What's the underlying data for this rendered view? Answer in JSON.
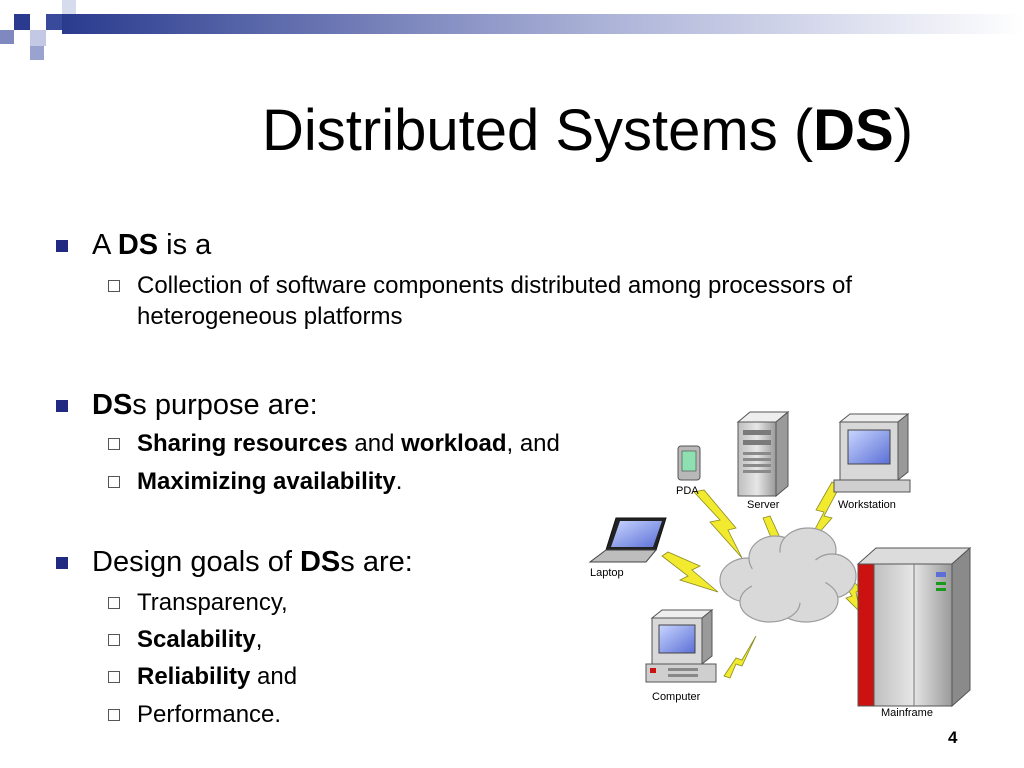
{
  "slide": {
    "title_main": "Distributed Systems (",
    "title_bold": "DS",
    "title_close": ")",
    "page_number": "4"
  },
  "bullets": {
    "b1": {
      "pre": "A ",
      "bold": "DS",
      "post": " is a"
    },
    "b1_sub1_line1": "Collection of software components distributed among processors of",
    "b1_sub1_line2": "heterogeneous platforms",
    "b2": {
      "bold": "DS",
      "post": "s purpose are:"
    },
    "b2_sub1": {
      "bold1": "Sharing resources",
      "mid": " and ",
      "bold2": "workload",
      "post": ", and"
    },
    "b2_sub2": {
      "bold": "Maximizing availability",
      "post": "."
    },
    "b3": {
      "pre": "Design goals of ",
      "bold": "DS",
      "post": "s are:"
    },
    "b3_sub1": "Transparency,",
    "b3_sub2": {
      "bold": "Scalability",
      "post": ","
    },
    "b3_sub3": {
      "bold": "Reliability",
      "post": " and"
    },
    "b3_sub4": "Performance."
  },
  "diagram": {
    "pda": "PDA",
    "server": "Server",
    "workstation": "Workstation",
    "laptop": "Laptop",
    "computer": "Computer",
    "mainframe": "Mainframe"
  },
  "colors": {
    "bullet": "#1f2a80",
    "accent": "#3a4a9a",
    "lightning": "#f2ea2e",
    "mainframe_red": "#cc1111"
  }
}
